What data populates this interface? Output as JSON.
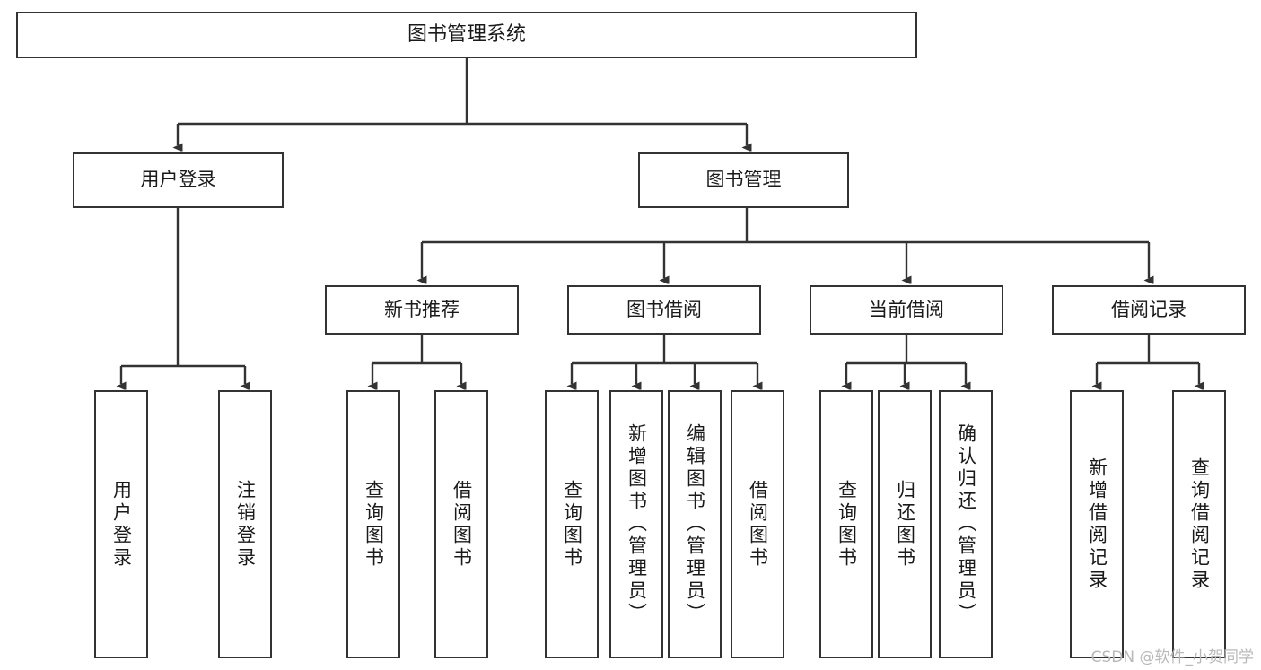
{
  "diagram": {
    "type": "tree",
    "orientation": "top-down",
    "title_text": "图书管理系统",
    "colors": {
      "stroke": "#333333",
      "fill": "#ffffff",
      "text": "#1a1a1a",
      "watermark": "#b9b9b9"
    },
    "root": {
      "label": "图书管理系统"
    },
    "level2": [
      {
        "label": "用户登录"
      },
      {
        "label": "图书管理"
      }
    ],
    "level3": [
      {
        "label": "新书推荐"
      },
      {
        "label": "图书借阅"
      },
      {
        "label": "当前借阅"
      },
      {
        "label": "借阅记录"
      }
    ],
    "leaves": {
      "user_login": [
        {
          "label": "用户登录"
        },
        {
          "label": "注销登录"
        }
      ],
      "new_book_recommend": [
        {
          "label": "查询图书"
        },
        {
          "label": "借阅图书"
        }
      ],
      "book_borrow": [
        {
          "label": "查询图书"
        },
        {
          "label": "新增图书（管理员）"
        },
        {
          "label": "编辑图书（管理员）"
        },
        {
          "label": "借阅图书"
        }
      ],
      "current_borrow": [
        {
          "label": "查询图书"
        },
        {
          "label": "归还图书"
        },
        {
          "label": "确认归还（管理员）"
        }
      ],
      "borrow_record": [
        {
          "label": "新增借阅记录"
        },
        {
          "label": "查询借阅记录"
        }
      ]
    }
  },
  "watermark": {
    "text": "CSDN @软件_小贺同学"
  }
}
